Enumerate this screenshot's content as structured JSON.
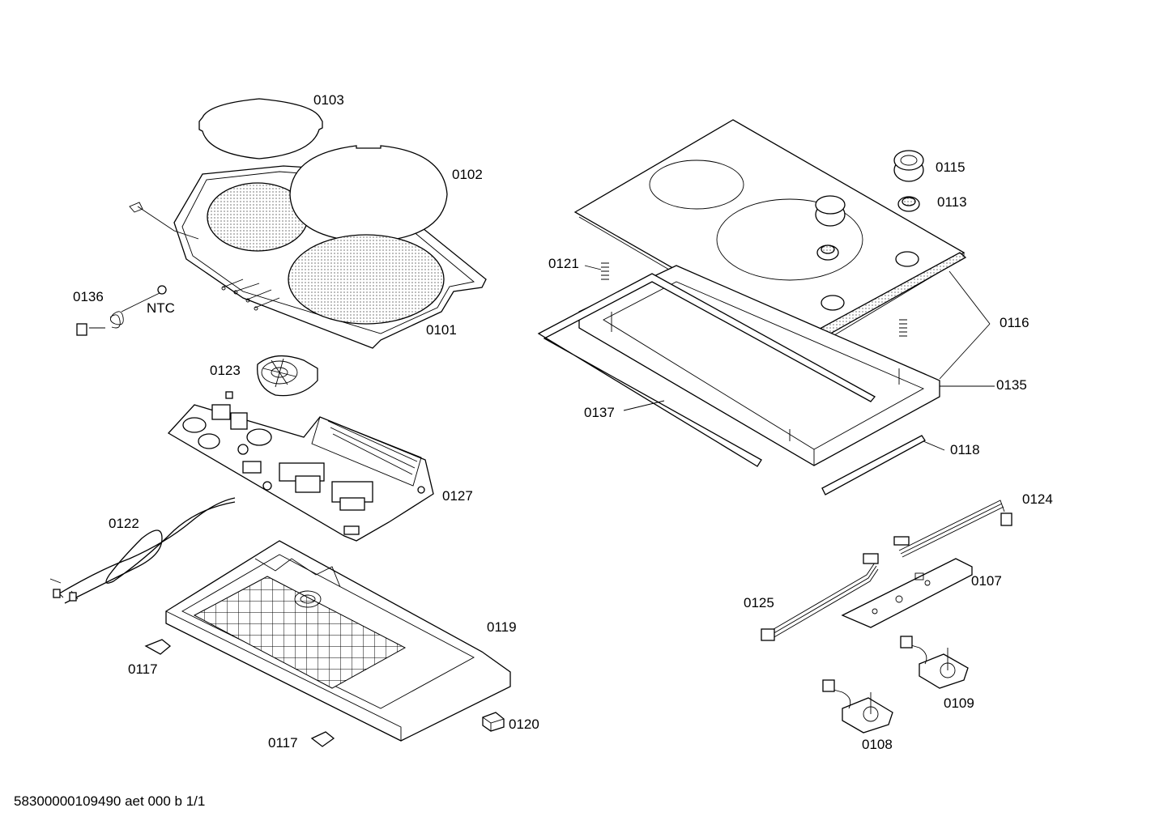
{
  "footer": {
    "document_id": "58300000109490 aet 000 b 1/1"
  },
  "labels": {
    "p0103": "0103",
    "p0102": "0102",
    "p0101": "0101",
    "p0136": "0136",
    "ntc": "NTC",
    "p0123": "0123",
    "p0127": "0127",
    "p0122": "0122",
    "p0119": "0119",
    "p0117a": "0117",
    "p0117b": "0117",
    "p0120": "0120",
    "p0115": "0115",
    "p0113": "0113",
    "p0121": "0121",
    "p0116": "0116",
    "p0135": "0135",
    "p0137": "0137",
    "p0118": "0118",
    "p0124": "0124",
    "p0107": "0107",
    "p0125": "0125",
    "p0109": "0109",
    "p0108": "0108"
  }
}
